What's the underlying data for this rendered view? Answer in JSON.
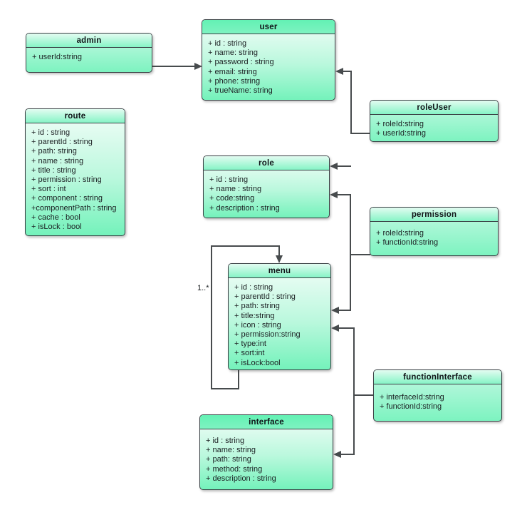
{
  "diagram": {
    "kind": "uml-class-diagram",
    "background_color": "#ffffff",
    "accent_green": "#6ff2b9",
    "line_color": "#474b4d",
    "multiplicity_label": "1..*"
  },
  "entities": [
    {
      "id": "admin",
      "name": "admin",
      "attributes": [
        "+ userId:string"
      ]
    },
    {
      "id": "user",
      "name": "user",
      "attributes": [
        "+ id : string",
        "+ name: string",
        "+ password : string",
        "+ email: string",
        "+ phone: string",
        "+ trueName: string"
      ]
    },
    {
      "id": "route",
      "name": "route",
      "attributes": [
        "+ id : string",
        "+ parentId : string",
        "+ path: string",
        "+ name : string",
        "+ title : string",
        "+ permission : string",
        "+ sort : int",
        "+ component : string",
        "+componentPath : string",
        "+ cache : bool",
        "+ isLock : bool"
      ]
    },
    {
      "id": "roleUser",
      "name": "roleUser",
      "attributes": [
        "+ roleId:string",
        "+ userId:string"
      ]
    },
    {
      "id": "role",
      "name": "role",
      "attributes": [
        "+ id : string",
        "+ name : string",
        "+ code:string",
        "+ description : string"
      ]
    },
    {
      "id": "permission",
      "name": "permission",
      "attributes": [
        "+ roleId:string",
        "+ functionId:string"
      ]
    },
    {
      "id": "menu",
      "name": "menu",
      "attributes": [
        "+ id : string",
        "+ parentId : string",
        "+ path: string",
        "+ title:string",
        "+ icon : string",
        "+ permission:string",
        "+ type:int",
        "+ sort:int",
        "+ isLock:bool"
      ]
    },
    {
      "id": "functionInterface",
      "name": "functionInterface",
      "attributes": [
        "+ interfaceId:string",
        "+ functionId:string"
      ]
    },
    {
      "id": "interface",
      "name": "interface",
      "attributes": [
        "+ id : string",
        "+ name: string",
        "+ path: string",
        "+ method: string",
        "+ description : string"
      ]
    }
  ],
  "relations": [
    {
      "from": "admin",
      "to": "user",
      "arrow": "filled-triangle"
    },
    {
      "from": "roleUser",
      "to": "user",
      "arrow": "filled-triangle"
    },
    {
      "from": "roleUser",
      "to": "role",
      "arrow": "filled-triangle"
    },
    {
      "from": "permission",
      "to": "role",
      "arrow": "filled-triangle"
    },
    {
      "from": "permission",
      "to": "menu",
      "arrow": "filled-triangle"
    },
    {
      "from": "functionInterface",
      "to": "menu",
      "arrow": "filled-triangle"
    },
    {
      "from": "functionInterface",
      "to": "interface",
      "arrow": "filled-triangle"
    },
    {
      "from": "menu",
      "to": "menu",
      "arrow": "filled-triangle",
      "multiplicity": "1..*"
    }
  ]
}
